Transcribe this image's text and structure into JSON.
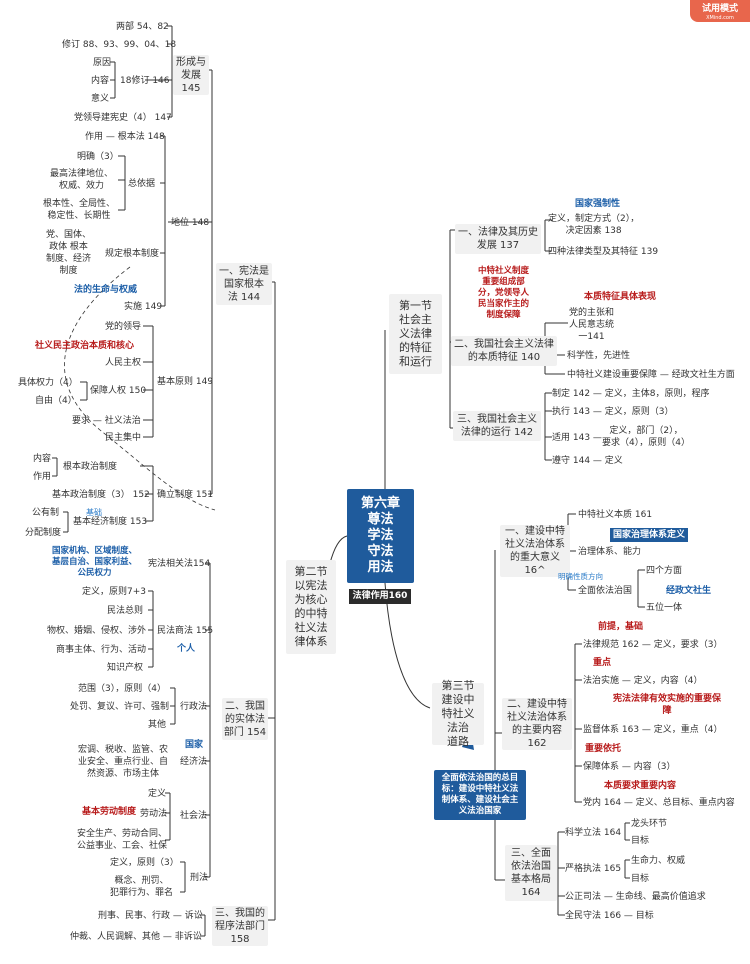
{
  "badge": {
    "label": "试用模式",
    "sublabel": "XMind.com"
  },
  "center": {
    "title": "第六章\n尊法\n学法\n守法\n用法",
    "sub": "法律作用160"
  },
  "sections": {
    "s1": "第一节\n社会主\n义法律\n的特征\n和运行",
    "s2": "第二节\n以宪法\n为核心\n的中特\n社义法\n律体系",
    "s3": "第三节\n建设中\n特社义\n法治\n道路"
  },
  "s1_items": {
    "a": "一、法律及其历史\n发展 137",
    "a1": "定义，制定方式（2），\n决定因素 138",
    "a2": "四种法律类型及其特征 139",
    "a_note": "国家强制性",
    "b": "二、我国社会主义法律\n的本质特征 140",
    "b_note_red": "中特社义制度\n重要组成部\n分，党领导人\n民当家作主的\n制度保障",
    "b_note2": "本质特征具体表现",
    "b1": "党的主张和\n人民意志统\n一141",
    "b2": "科学性，先进性",
    "b3": "中特社义建设重要保障 — 经政文社生方面",
    "c": "三、我国社会主义\n法律的运行 142",
    "c1": "制定 142 — 定义，主体8，原则，程序",
    "c2": "执行 143 — 定义，原则（3）",
    "c3a": "适用 143 —",
    "c3b": "定义，部门（2），\n要求（4），原则（4）",
    "c4": "遵守 144 — 定义"
  },
  "s3_items": {
    "a": "一、建设中特\n社义法治体系\n的重大意义\n16^",
    "a1": "中特社义本质 161",
    "a_note": "国家治理体系定义",
    "a2": "治理体系、能力",
    "a_note2": "明确性质方向",
    "a3": "全面依法治国",
    "a3a": "四个方面",
    "a3b": "五位一体",
    "a3_note": "经政文社生",
    "b": "二、建设中特\n社义法治体系\n的主要内容\n162",
    "n_qt": "前提，基础",
    "b1": "法律规范 162 — 定义，要求（3）",
    "n_zd": "重点",
    "b2": "法治实施 — 定义，内容（4）",
    "n_bz": "宪法法律有效实施的重要保\n障",
    "b3": "监督体系 163 — 定义，重点（4）",
    "n_zy": "重要依托",
    "b4": "保障体系 — 内容（3）",
    "n_bzyq": "本质要求重要内容",
    "b5": "党内 164 — 定义、总目标、重点内容",
    "callout": "全面依法治国的总目\n标：建设中特社义法\n制体系、建设社会主\n义法治国家",
    "c": "三、全面\n依法治国\n基本格局\n164",
    "c1": "科学立法 164",
    "c1a": "龙头环节",
    "c1b": "目标",
    "c2": "严格执法 165",
    "c2a": "生命力、权威",
    "c2b": "目标",
    "c3": "公正司法 — 生命线、最高价值追求",
    "c4": "全民守法 166 — 目标"
  },
  "constitution": {
    "title": "一、宪法是\n国家根本\n法 144",
    "form": "形成与\n发展\n145",
    "form1": "两部 54、82",
    "form2": "修订 88、93、99、04、18",
    "form3": "18修订 146",
    "form3a": "原因",
    "form3b": "内容",
    "form3c": "意义",
    "form4": "党领导建宪史（4） 147",
    "pos": "地位 148",
    "pos1": "作用 — 根本法 148",
    "pos2": "总依据",
    "pos2a": "明确（3）",
    "pos2b": "最高法律地位、\n权威、效力",
    "pos2c": "根本性、全局性、\n稳定性、长期性",
    "pos3": "规定根本制度",
    "pos3a": "党、国体、\n政体 根本\n制度、经济\n制度",
    "pos_note": "法的生命与权威",
    "pos4": "实施 149",
    "prin": "基本原则 149",
    "prin1": "党的领导",
    "prin_note": "社义民主政治本质和核心",
    "prin2": "人民主权",
    "prin3": "保障人权 150",
    "prin3a": "具体权力（4）",
    "prin3b": "自由（4）",
    "prin4": "要求 — 社义法治",
    "prin5": "民主集中",
    "sys": "确立制度 151",
    "sys1": "根本政治制度",
    "sys1a": "内容",
    "sys1b": "作用",
    "sys2": "基本政治制度（3） 152",
    "sys3": "基本经济制度 153",
    "sys3a": "公有制",
    "sys3b": "分配制度",
    "sys_note": "基础"
  },
  "depts": {
    "title": "二、我国\n的实体法\n部门 154",
    "d1": "宪法相关法154",
    "d1_note": "国家机构、区域制度、\n基层自治、国家利益、\n公民权力",
    "d2": "民法商法 155",
    "d2a": "定义，原则7+3",
    "d2b": "民法总则",
    "d2c": "物权、婚姻、侵权、涉外",
    "d2d": "商事主体、行为、活动",
    "d2e": "知识产权",
    "d2_note": "个人",
    "d3": "行政法",
    "d3a": "范围（3），原则（4）",
    "d3b": "处罚、复议、许可、强制",
    "d3c": "其他",
    "d4": "经济法",
    "d4_note": "国家",
    "d4a": "宏调、税收、监管、农\n业安全、重点行业、自\n然资源、市场主体",
    "d5": "社会法",
    "d5a": "定义",
    "d5b": "劳动法",
    "d5_note": "基本劳动制度",
    "d5c": "安全生产、劳动合同、\n公益事业、工会、社保",
    "d6": "刑法",
    "d6a": "定义，原则（3）",
    "d6b": "概念、刑罚、\n犯罪行为、罪名"
  },
  "procedure": {
    "title": "三、我国的\n程序法部门\n158",
    "p1": "刑事、民事、行政 — 诉讼",
    "p2": "仲裁、人民调解、其他 — 非诉讼"
  }
}
